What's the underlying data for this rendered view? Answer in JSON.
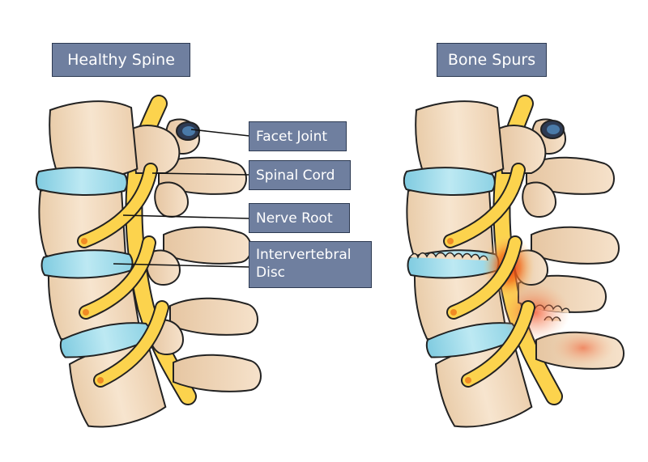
{
  "titles": {
    "healthy": "Healthy Spine",
    "spurs": "Bone Spurs"
  },
  "labels": {
    "facet_joint": "Facet Joint",
    "spinal_cord": "Spinal Cord",
    "nerve_root": "Nerve Root",
    "disc_line1": "Intervertebral",
    "disc_line2": "Disc"
  },
  "colors": {
    "label_fill": "#6f7f9f",
    "label_border": "#2d3a52",
    "bone": "#f2dcc0",
    "bone_shade": "#e3c4a0",
    "outline": "#222222",
    "disc": "#9ad9e8",
    "nerve": "#fcd34d",
    "nerve_dot": "#f08a24",
    "facet": "#4a7aa8",
    "inflammation": "#e23a12"
  }
}
